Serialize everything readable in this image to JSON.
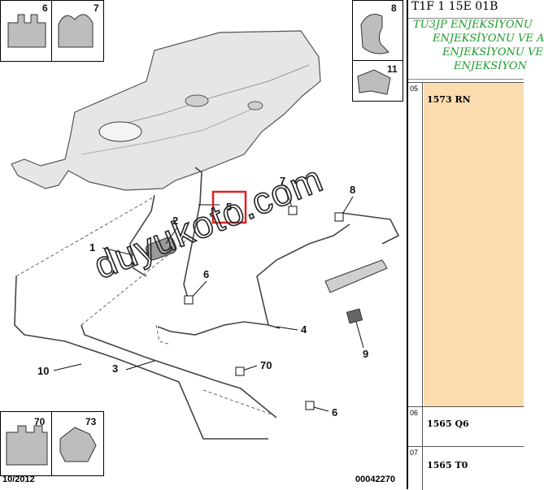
{
  "diagram": {
    "callouts": [
      {
        "id": "c1",
        "text": "1"
      },
      {
        "id": "c2",
        "text": "2"
      },
      {
        "id": "c3",
        "text": "3"
      },
      {
        "id": "c4",
        "text": "4"
      },
      {
        "id": "c5",
        "text": "5"
      },
      {
        "id": "c6a",
        "text": "6"
      },
      {
        "id": "c6b",
        "text": "6"
      },
      {
        "id": "c7",
        "text": "7"
      },
      {
        "id": "c8",
        "text": "8"
      },
      {
        "id": "c9",
        "text": "9"
      },
      {
        "id": "c10",
        "text": "10"
      },
      {
        "id": "c70",
        "text": "70"
      }
    ],
    "thumbs": {
      "t6": "6",
      "t7": "7",
      "t8": "8",
      "t11": "11",
      "t70": "70",
      "t73": "73"
    },
    "date": "10/2012",
    "reference": "00042270",
    "watermark": "duyukoto.com",
    "highlight_color": "#e02020"
  },
  "panel": {
    "header": "T1F 1 15E 01B",
    "description_lines": [
      "TU3JP ENJEKSİYONU",
      "ENJEKSİYONU VE A",
      "ENJEKSİYONU VE",
      "ENJEKSİYON"
    ],
    "rows": [
      {
        "index": "05",
        "code": "1573 RN",
        "color": "#fadcae"
      },
      {
        "index": "06",
        "code": "1565 Q6",
        "color": "#ffffff"
      },
      {
        "index": "07",
        "code": "1565 T0",
        "color": "#ffffff"
      }
    ]
  }
}
